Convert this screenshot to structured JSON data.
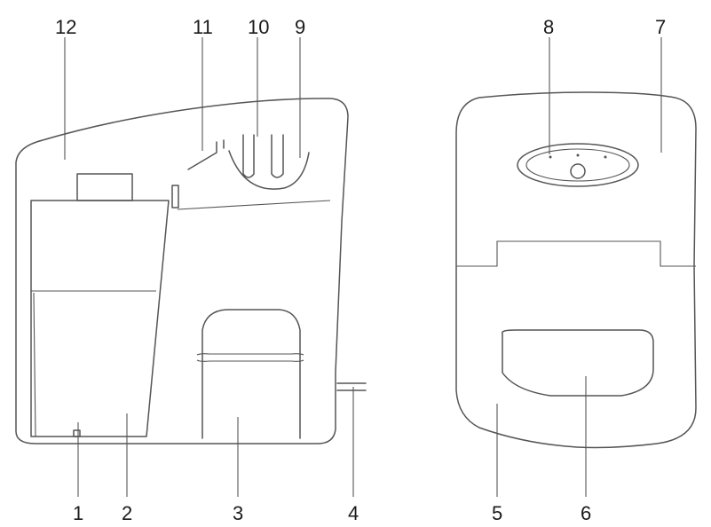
{
  "callouts": {
    "n1": "1",
    "n2": "2",
    "n3": "3",
    "n4": "4",
    "n5": "5",
    "n6": "6",
    "n7": "7",
    "n8": "8",
    "n9": "9",
    "n10": "10",
    "n11": "11",
    "n12": "12"
  },
  "colors": {
    "line": "#555555",
    "text": "#1a1a1a",
    "background": "#ffffff"
  }
}
